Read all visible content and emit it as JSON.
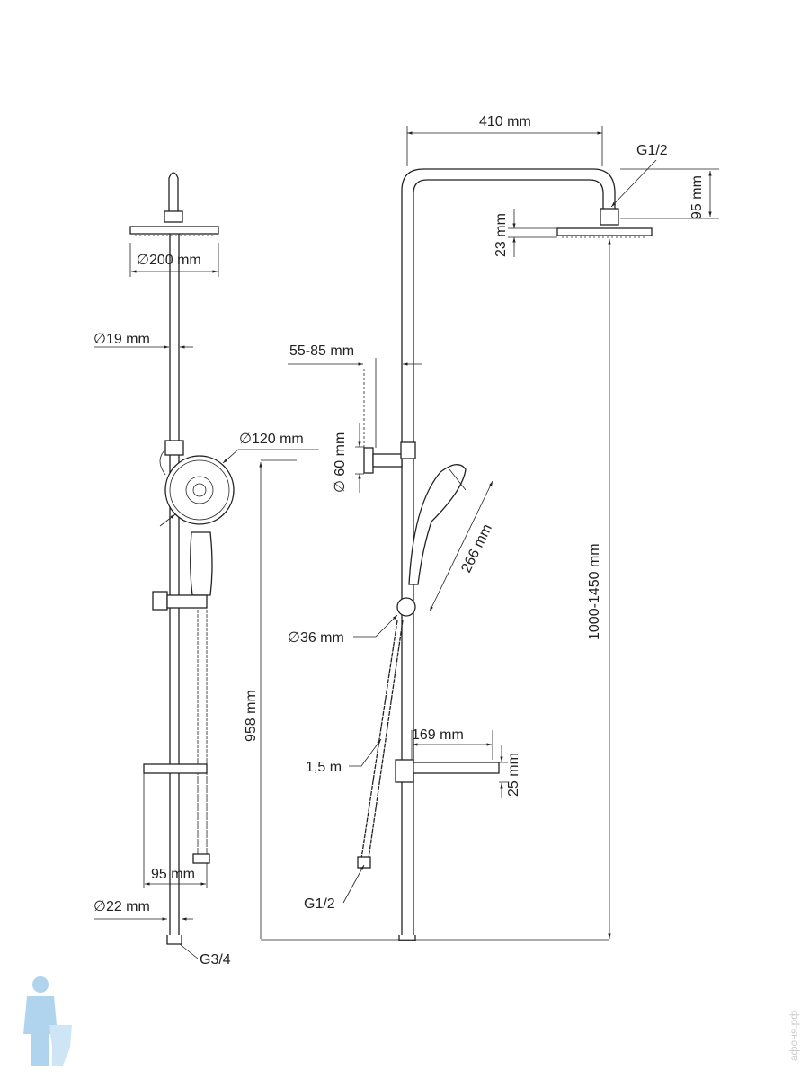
{
  "drawing": {
    "dimensions": {
      "arm_length": "410 mm",
      "head_connection": "G1/2",
      "arm_height": "95 mm",
      "head_thickness": "23 mm",
      "head_diameter": "∅200 mm",
      "rod_diameter": "∅19 mm",
      "wall_offset": "55-85 mm",
      "handshower_diameter": "∅120 mm",
      "bracket_diameter": "∅ 60 mm",
      "handshower_length": "266 mm",
      "height_range": "1000-1450 mm",
      "holder_diameter": "∅36 mm",
      "rod_height": "958 mm",
      "shelf_length": "169 mm",
      "shelf_height": "25 mm",
      "hose_length": "1,5 m",
      "hose_connection": "G1/2",
      "shelf_width": "95 mm",
      "inlet_diameter": "∅22 mm",
      "inlet_connection": "G3/4"
    },
    "watermark": "афоня.рф",
    "colors": {
      "line": "#222222",
      "logo": "#8fc3e6"
    }
  }
}
